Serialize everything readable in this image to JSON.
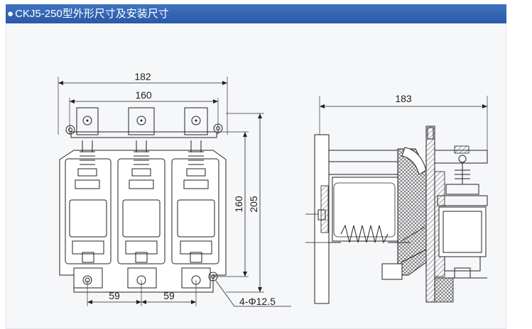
{
  "header": {
    "bullet": "●",
    "title": "CKJ5-250型外形尺寸及安装尺寸"
  },
  "front_view": {
    "dims": {
      "overall_width": "182",
      "terminal_span": "160",
      "pole_pitch_left": "59",
      "pole_pitch_right": "59",
      "mounting_height": "160",
      "overall_height": "205",
      "holes": "4-Φ12.5"
    }
  },
  "side_view": {
    "dims": {
      "overall_depth": "183"
    }
  },
  "colors": {
    "header": "#2f62b0",
    "line": "#222222"
  }
}
